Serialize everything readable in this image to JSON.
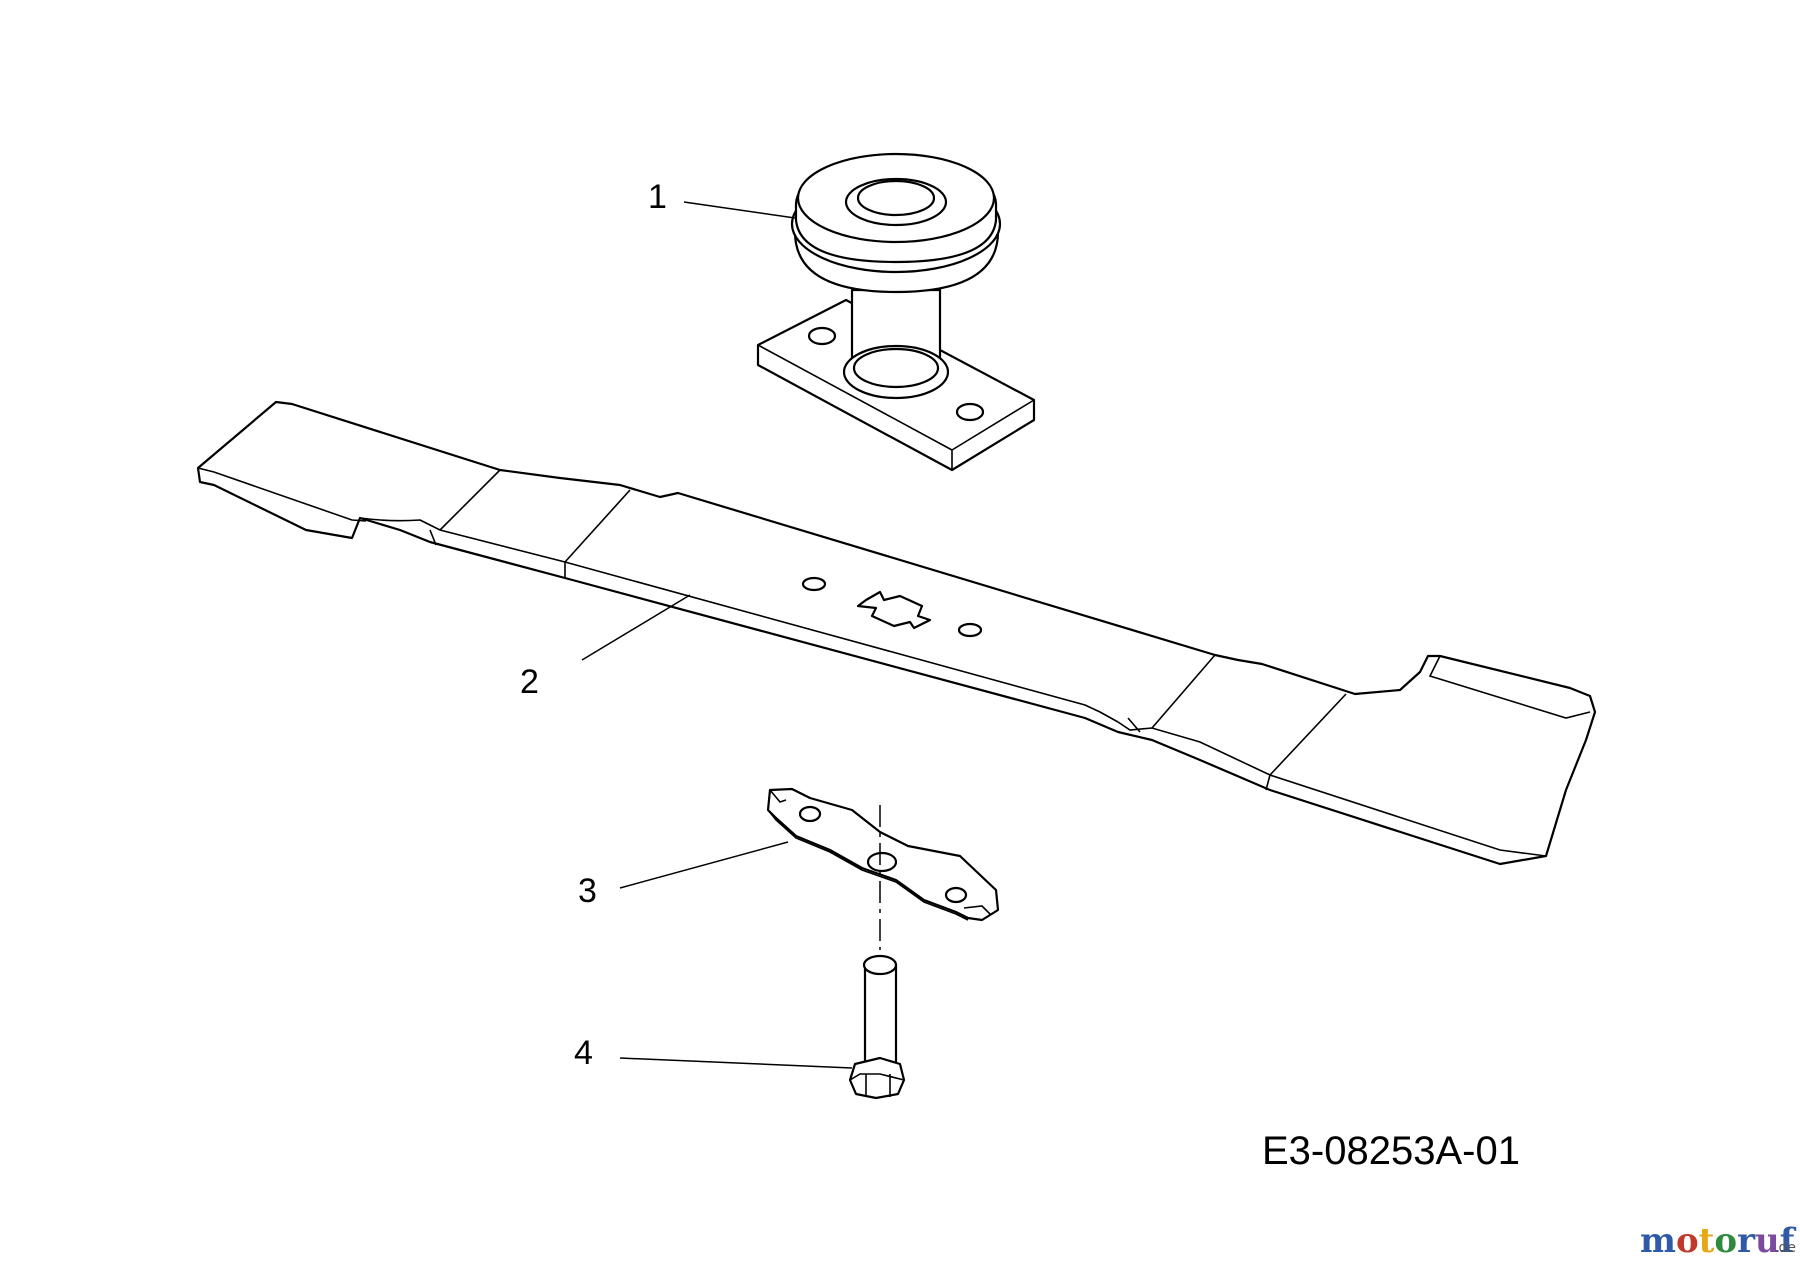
{
  "callouts": [
    {
      "id": "1",
      "label": "1",
      "part": "spindle-pulley"
    },
    {
      "id": "2",
      "label": "2",
      "part": "mower-blade"
    },
    {
      "id": "3",
      "label": "3",
      "part": "blade-adapter"
    },
    {
      "id": "4",
      "label": "4",
      "part": "blade-bolt"
    }
  ],
  "drawing_code": "E3-08253A-01",
  "watermark": {
    "brand": "motoruf",
    "suffix": ".de",
    "colors": [
      "#2e5aa8",
      "#c0392b",
      "#e6a817",
      "#2e8b3e",
      "#2e5aa8",
      "#7b4a9e",
      "#2e5aa8"
    ]
  }
}
